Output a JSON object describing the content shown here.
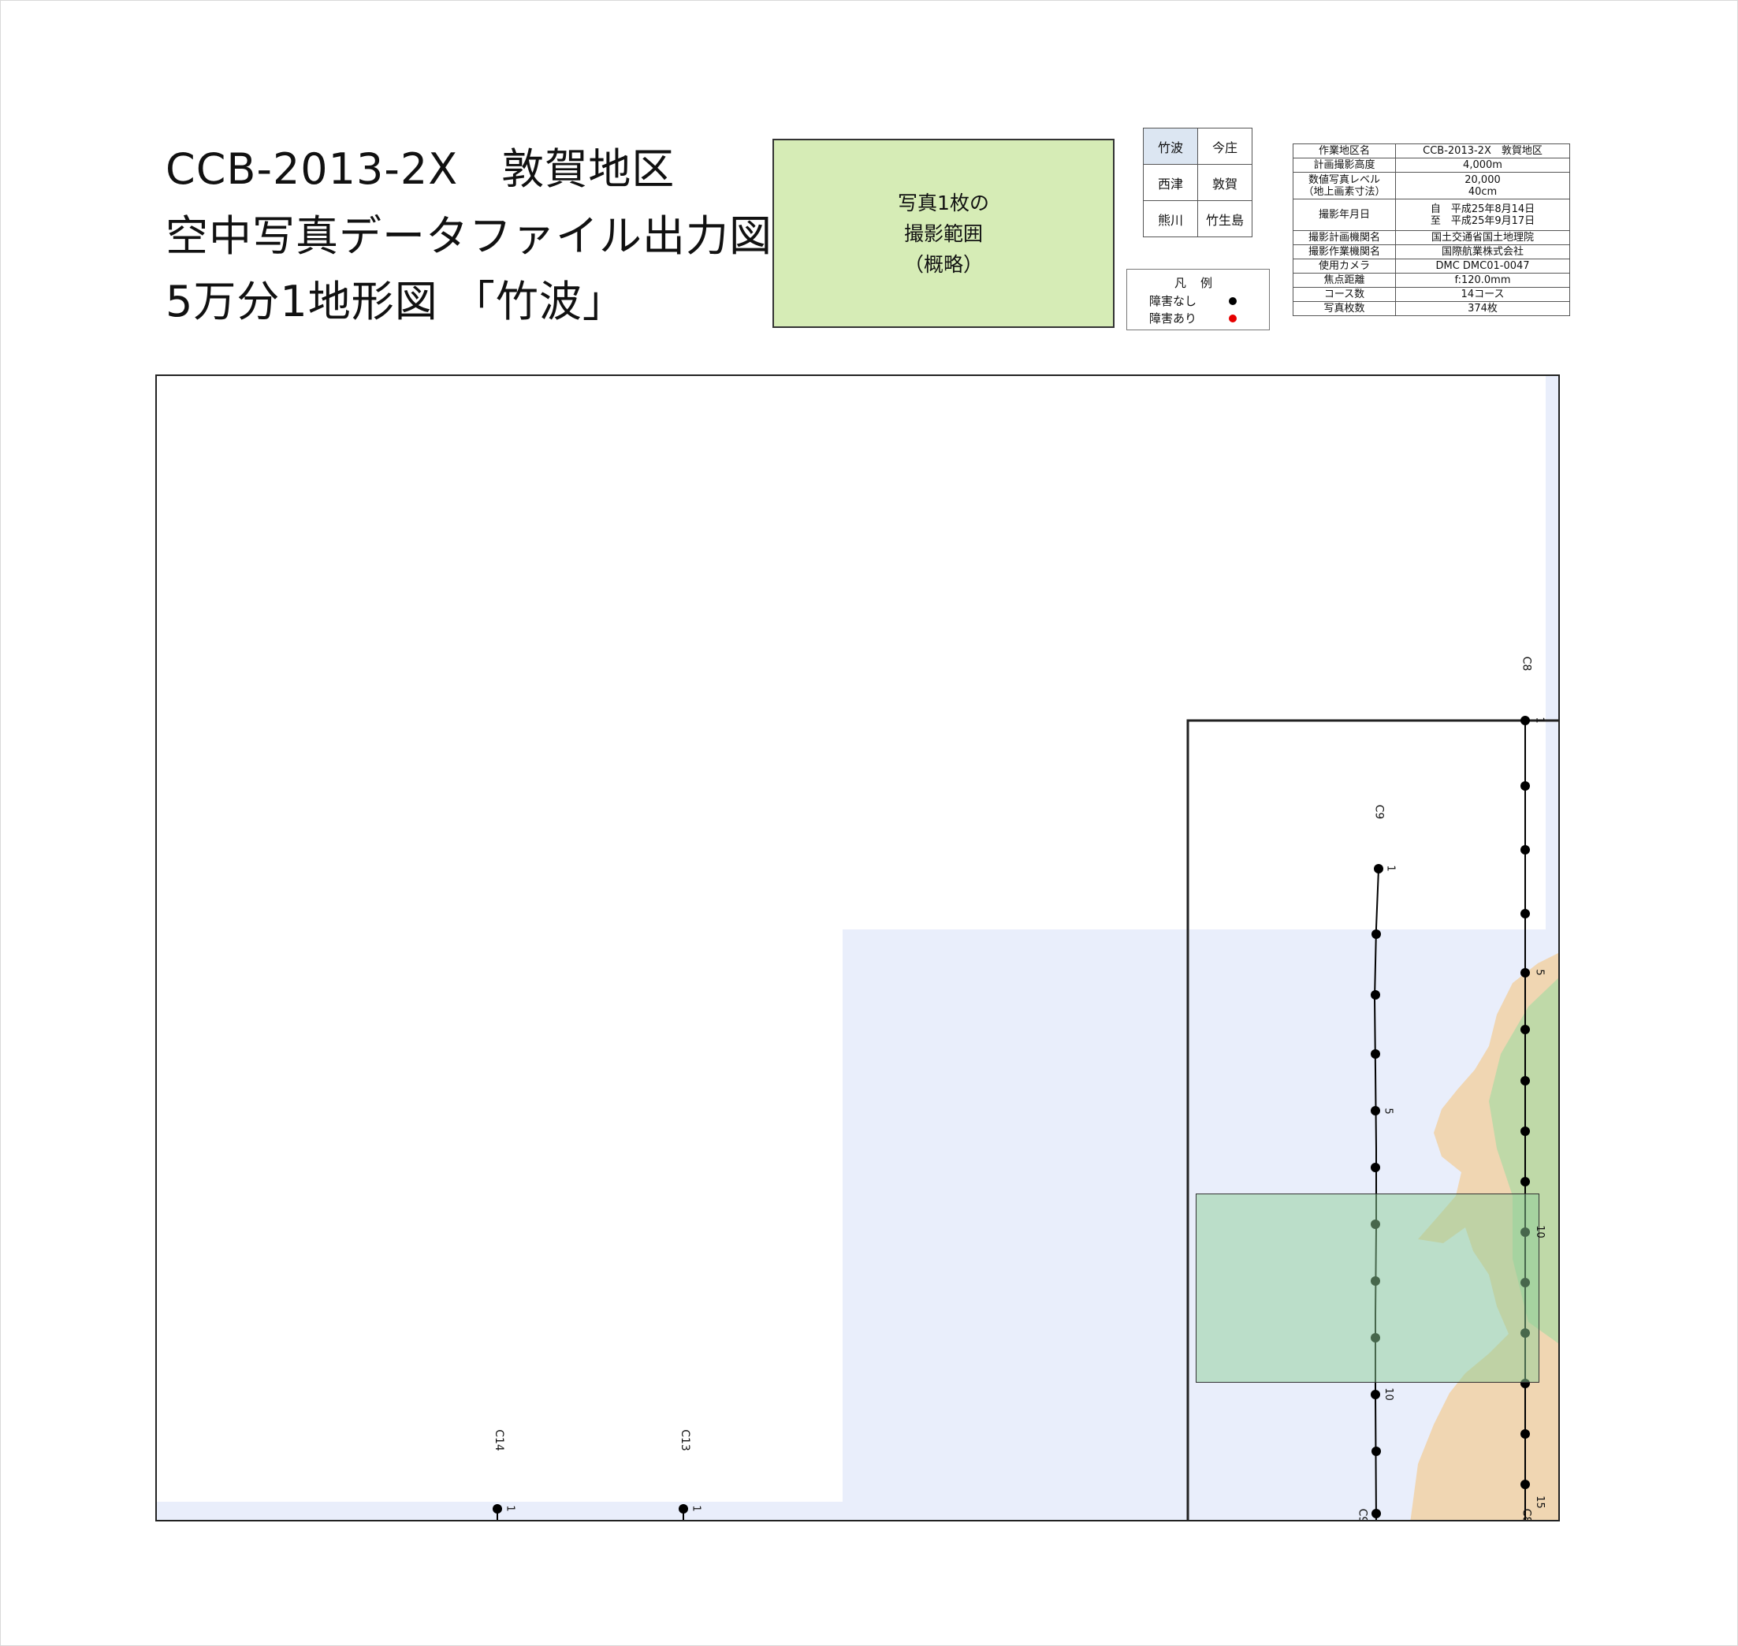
{
  "header": {
    "title_line1": "CCB-2013-2X　敦賀地区",
    "title_line2": "空中写真データファイル出力図",
    "title_line3": "5万分1地形図 「竹波」"
  },
  "coverage_note": {
    "line1": "写真1枚の",
    "line2": "撮影範囲",
    "line3": "（概略）"
  },
  "sheet_index": [
    [
      {
        "name": "竹波",
        "current": true
      },
      {
        "name": "今庄",
        "current": false
      }
    ],
    [
      {
        "name": "西津",
        "current": false
      },
      {
        "name": "敦賀",
        "current": false
      }
    ],
    [
      {
        "name": "熊川",
        "current": false
      },
      {
        "name": "竹生島",
        "current": false
      }
    ]
  ],
  "legend": {
    "title": "凡例",
    "items": [
      {
        "label": "障害なし",
        "color": "#000000"
      },
      {
        "label": "障害あり",
        "color": "#e60000"
      }
    ]
  },
  "info_table": [
    {
      "key": "作業地区名",
      "value": "CCB-2013-2X　敦賀地区"
    },
    {
      "key": "計画撮影高度",
      "value": "4,000m"
    },
    {
      "key": "数値写真レベル\n（地上画素寸法）",
      "value": "20,000\n40cm"
    },
    {
      "key": "撮影年月日",
      "value": "自　平成25年8月14日\n至　平成25年9月17日"
    },
    {
      "key": "撮影計画機関名",
      "value": "国土交通省国土地理院"
    },
    {
      "key": "撮影作業機関名",
      "value": "国際航業株式会社"
    },
    {
      "key": "使用カメラ",
      "value": "DMC DMC01-0047"
    },
    {
      "key": "焦点距離",
      "value": "f:120.0mm"
    },
    {
      "key": "コース数",
      "value": "14コース"
    },
    {
      "key": "写真枚数",
      "value": "374枚"
    }
  ],
  "map": {
    "colors": {
      "sea": "#e9eefb",
      "land": "#f0d6b2",
      "forest": "#bfd9a8",
      "coverage": "#8dcd98",
      "track": "#000000"
    },
    "courses": [
      {
        "name": "C8",
        "photo_labels": [
          "1",
          "5",
          "10",
          "15"
        ]
      },
      {
        "name": "C9",
        "photo_labels": [
          "1",
          "5",
          "10"
        ]
      },
      {
        "name": "C13",
        "photo_labels": [
          "1"
        ]
      },
      {
        "name": "C14",
        "photo_labels": [
          "1"
        ]
      }
    ]
  }
}
